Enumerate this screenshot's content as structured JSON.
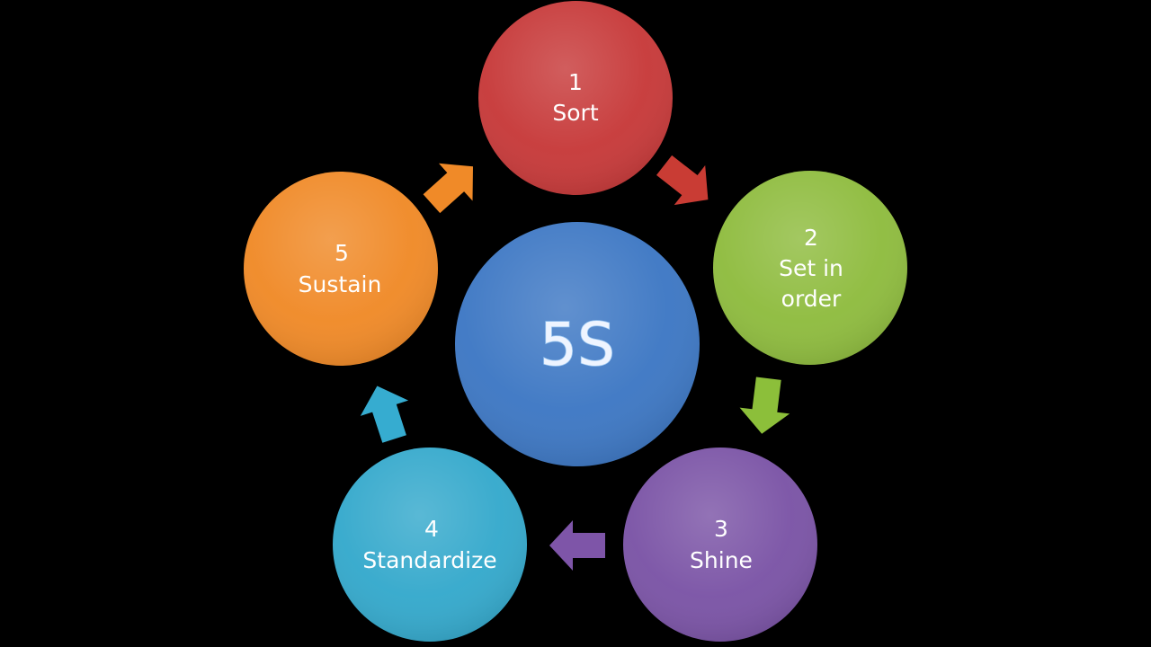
{
  "diagram": {
    "center": {
      "label": "5S",
      "color": "#3e78c4"
    },
    "steps": [
      {
        "number": "1",
        "lines": [
          "Sort"
        ],
        "color": "#c73a3a"
      },
      {
        "number": "2",
        "lines": [
          "Set in",
          "order"
        ],
        "color": "#8fbc3f"
      },
      {
        "number": "3",
        "lines": [
          "Shine"
        ],
        "color": "#7b54a6"
      },
      {
        "number": "4",
        "lines": [
          "Standardize"
        ],
        "color": "#35a9cc"
      },
      {
        "number": "5",
        "lines": [
          "Sustain"
        ],
        "color": "#f08a28"
      }
    ],
    "arrows": [
      {
        "from": "1",
        "to": "2",
        "color": "#c93c34"
      },
      {
        "from": "2",
        "to": "3",
        "color": "#8cbf3a"
      },
      {
        "from": "3",
        "to": "4",
        "color": "#7e55a8"
      },
      {
        "from": "4",
        "to": "5",
        "color": "#36acd0"
      },
      {
        "from": "5",
        "to": "1",
        "color": "#f08a28"
      }
    ]
  }
}
